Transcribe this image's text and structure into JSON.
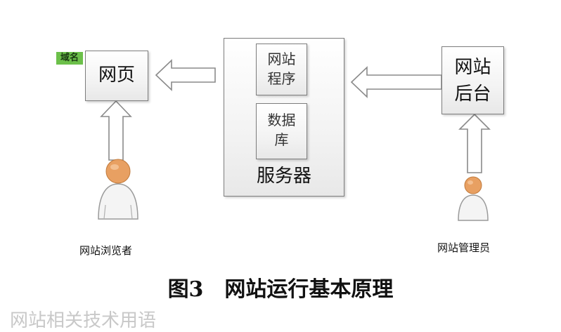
{
  "diagram": {
    "webpage": {
      "label": "网页",
      "tag": "域名"
    },
    "server": {
      "label": "服务器",
      "program": {
        "line1": "网站",
        "line2": "程序"
      },
      "database": {
        "line1": "数据",
        "line2": "库"
      }
    },
    "backend": {
      "line1": "网站",
      "line2": "后台"
    },
    "visitor": {
      "label": "网站浏览者"
    },
    "admin": {
      "label": "网站管理员"
    },
    "caption": "图3　网站运行基本原理",
    "cut_text": "网站相关技术用语"
  },
  "colors": {
    "tag_green": "#6cc04a",
    "person_head": "#e8a062",
    "box_border": "#7d7d7d"
  }
}
